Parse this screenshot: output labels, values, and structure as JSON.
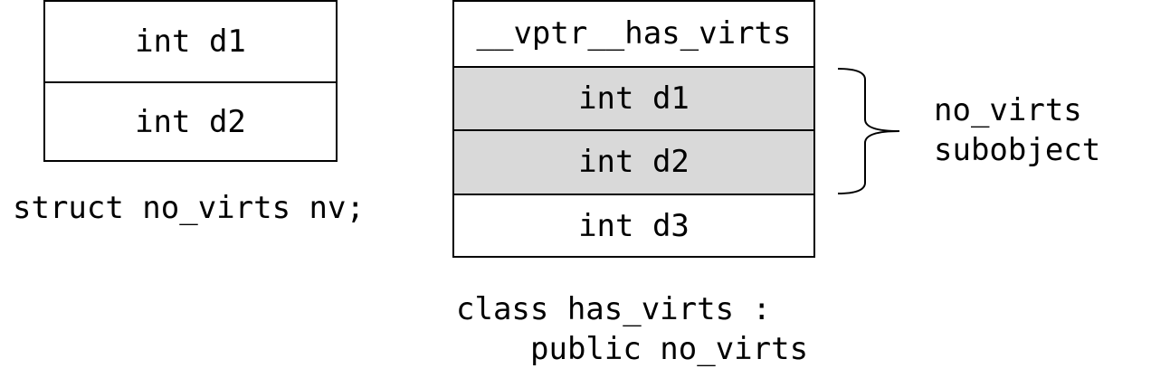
{
  "no_virts": {
    "fields": [
      "int d1",
      "int d2"
    ],
    "caption": "struct no_virts nv;"
  },
  "has_virts": {
    "fields": [
      "__vptr__has_virts",
      "int d1",
      "int d2",
      "int d3"
    ],
    "caption_line1": "class has_virts :",
    "caption_line2": "public no_virts"
  },
  "brace_label": {
    "line1": "no_virts",
    "line2": "subobject"
  },
  "colors": {
    "outline": "#000000",
    "subobject_fill": "#d9d9d9",
    "background": "#ffffff"
  }
}
